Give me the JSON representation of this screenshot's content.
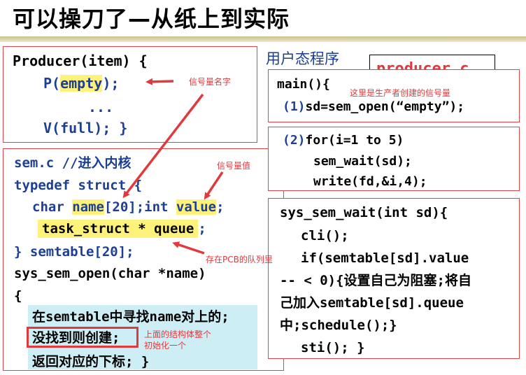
{
  "slide": {
    "title": "可以操刀了—从纸上到实际",
    "user_label": "用户态程序",
    "file_label": "producer.c"
  },
  "producer_box": {
    "line1": "Producer(item) {",
    "line2_p": "P(",
    "line2_arg": "empty",
    "line2_end": ");",
    "line3": "...",
    "line4": "V(full); }"
  },
  "semc_box": {
    "line1": "sem.c //进入内核",
    "line2": "typedef struct {",
    "line3_a": "char ",
    "line3_name": "name",
    "line3_b": "[20];int ",
    "line3_value": "value",
    "line3_c": ";",
    "line4_a": "task_struct * queue",
    "line4_b": ";",
    "line5": "} semtable[20];",
    "line6": "sys_sem_open(char *name)",
    "line7": "{",
    "line8": "在semtable中寻找name对上的;",
    "line9": "没找到则创建;",
    "line10": "返回对应的下标; }"
  },
  "main_box": {
    "line1": "main(){",
    "line2_num": "(1)",
    "line2": "sd=sem_open(“empty”);"
  },
  "for_box": {
    "line1_num": "(2)",
    "line1": "for(i=1 to 5)",
    "line2": "sem_wait(sd);",
    "line3": "write(fd,&i,4);"
  },
  "wait_box": {
    "line1": "sys_sem_wait(int sd){",
    "line2": "cli();",
    "line3": "if(semtable[sd].value",
    "line4": "-- < 0){设置自己为阻塞;将自",
    "line5": "己加入semtable[sd].queue",
    "line6": "中;schedule();}",
    "line7": "sti(); }"
  },
  "annotations": {
    "sem_name": "信号量名字",
    "sem_value": "信号量值",
    "pcb_queue": "存在PCB的队列里",
    "created_here": "这里是生产者创建的信号量",
    "init_line1": "上面的结构体整个",
    "init_line2": "初始化一个"
  }
}
